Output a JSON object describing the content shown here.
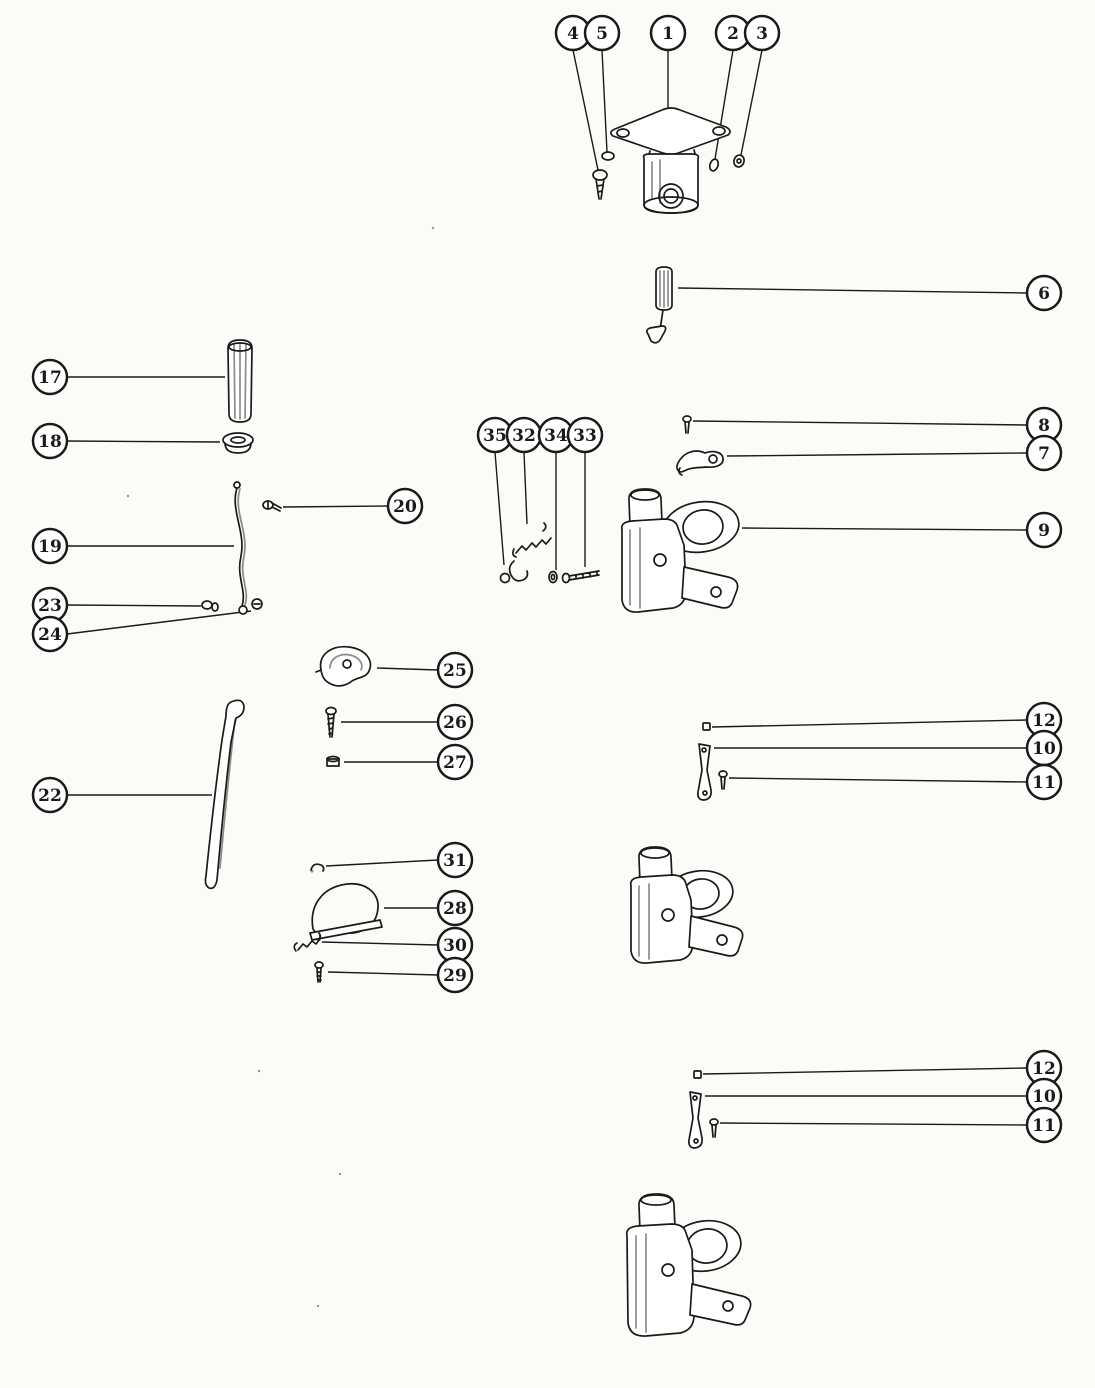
{
  "page": {
    "background_color": "#fbfbf8",
    "ink_color": "#1a1a1a"
  },
  "callouts": [
    {
      "label": "4"
    },
    {
      "label": "5"
    },
    {
      "label": "1"
    },
    {
      "label": "2"
    },
    {
      "label": "3"
    },
    {
      "label": "6"
    },
    {
      "label": "17"
    },
    {
      "label": "18"
    },
    {
      "label": "8"
    },
    {
      "label": "7"
    },
    {
      "label": "35"
    },
    {
      "label": "32"
    },
    {
      "label": "34"
    },
    {
      "label": "33"
    },
    {
      "label": "20"
    },
    {
      "label": "19"
    },
    {
      "label": "9"
    },
    {
      "label": "23"
    },
    {
      "label": "24"
    },
    {
      "label": "25"
    },
    {
      "label": "26"
    },
    {
      "label": "12"
    },
    {
      "label": "10"
    },
    {
      "label": "27"
    },
    {
      "label": "11"
    },
    {
      "label": "22"
    },
    {
      "label": "31"
    },
    {
      "label": "28"
    },
    {
      "label": "30"
    },
    {
      "label": "29"
    },
    {
      "label": "12"
    },
    {
      "label": "10"
    },
    {
      "label": "11"
    }
  ]
}
